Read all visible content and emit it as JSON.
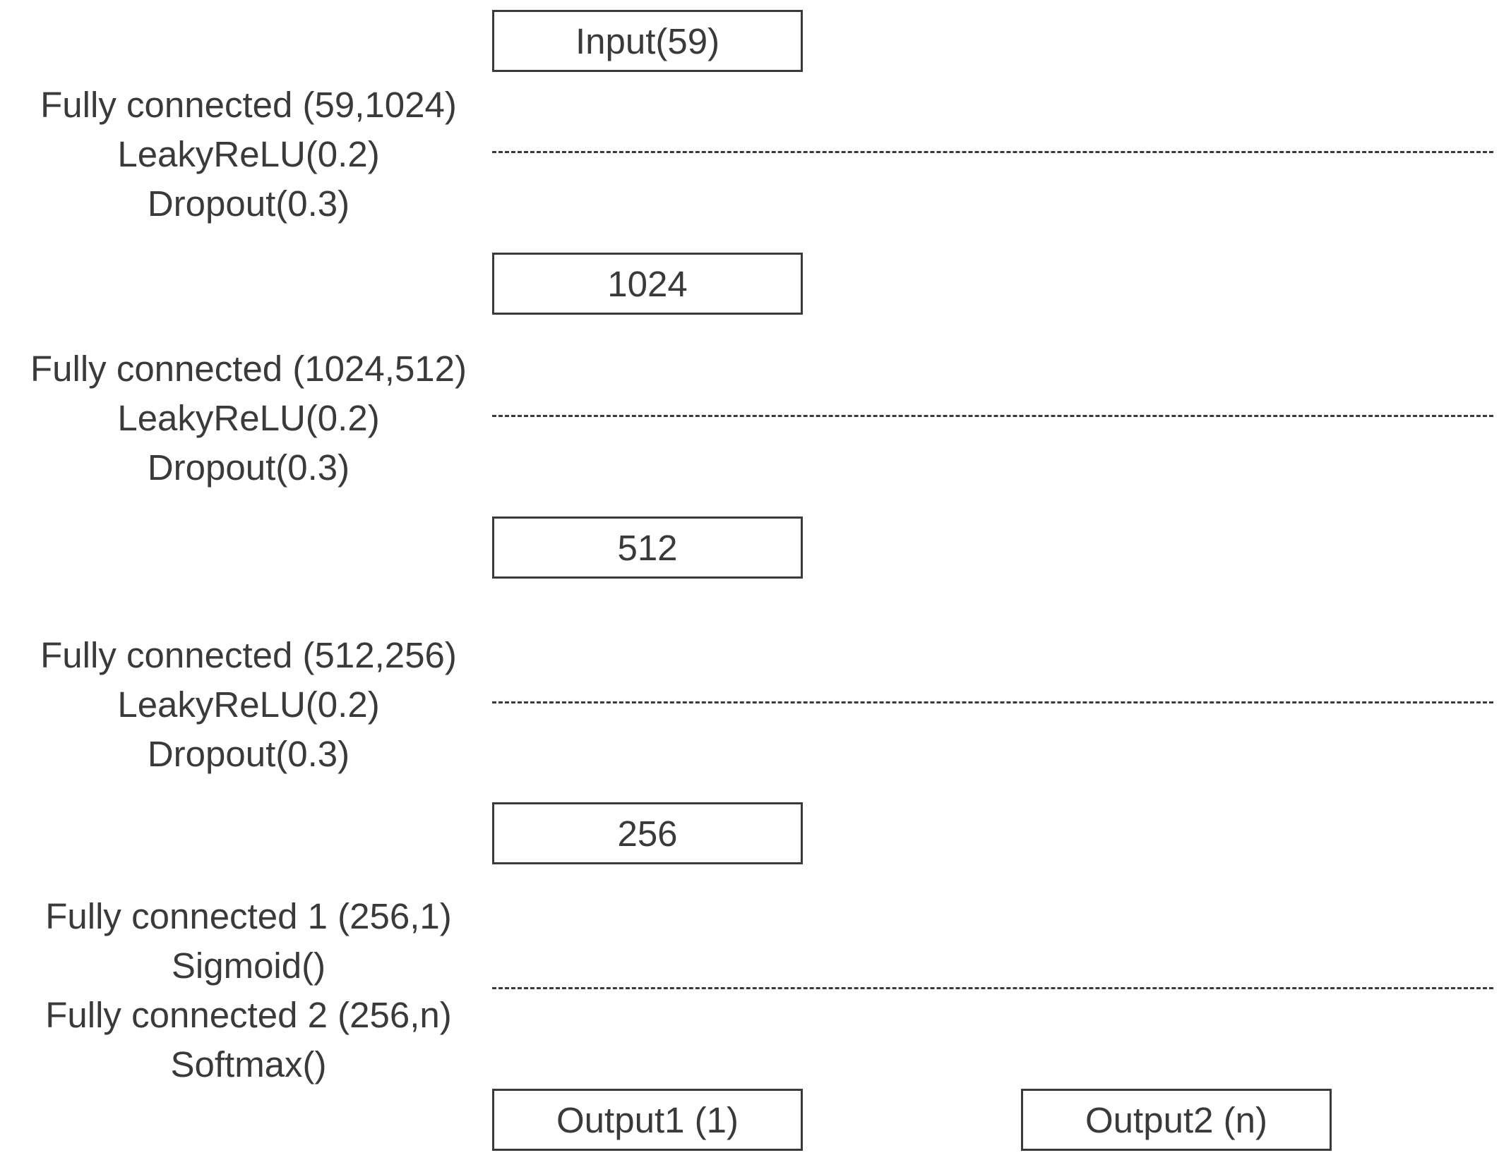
{
  "layers": [
    {
      "label": "Input(59)"
    },
    {
      "label": "1024"
    },
    {
      "label": "512"
    },
    {
      "label": "256"
    }
  ],
  "outputs": [
    {
      "label": "Output1 (1)"
    },
    {
      "label": "Output2 (n)"
    }
  ],
  "operations": [
    {
      "lines": [
        "Fully connected (59,1024)",
        "LeakyReLU(0.2)",
        "Dropout(0.3)"
      ]
    },
    {
      "lines": [
        "Fully connected (1024,512)",
        "LeakyReLU(0.2)",
        "Dropout(0.3)"
      ]
    },
    {
      "lines": [
        "Fully connected (512,256)",
        "LeakyReLU(0.2)",
        "Dropout(0.3)"
      ]
    },
    {
      "lines": [
        "Fully connected 1 (256,1)",
        "Sigmoid()",
        "Fully connected 2 (256,n)",
        "Softmax()"
      ]
    }
  ]
}
